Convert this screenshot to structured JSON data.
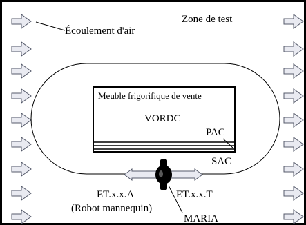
{
  "labels": {
    "zone": "Zone de test",
    "airflow": "Écoulement d'air",
    "cabinet": "Meuble frigorifique de vente",
    "vordc": "VORDC",
    "pac": "PAC",
    "sac": "SAC",
    "eta": "ET.x.x.A",
    "ett": "ET.x.x.T",
    "robot": "(Robot mannequin)",
    "maria": "MARIA"
  },
  "colors": {
    "arrow_fill": "#e9eaf1",
    "arrow_stroke": "#555a6a",
    "line": "#000000"
  },
  "icons": {
    "airflow_arrow": "right-hollow-arrow",
    "walk_arrow": "left-right-hollow-arrow"
  }
}
